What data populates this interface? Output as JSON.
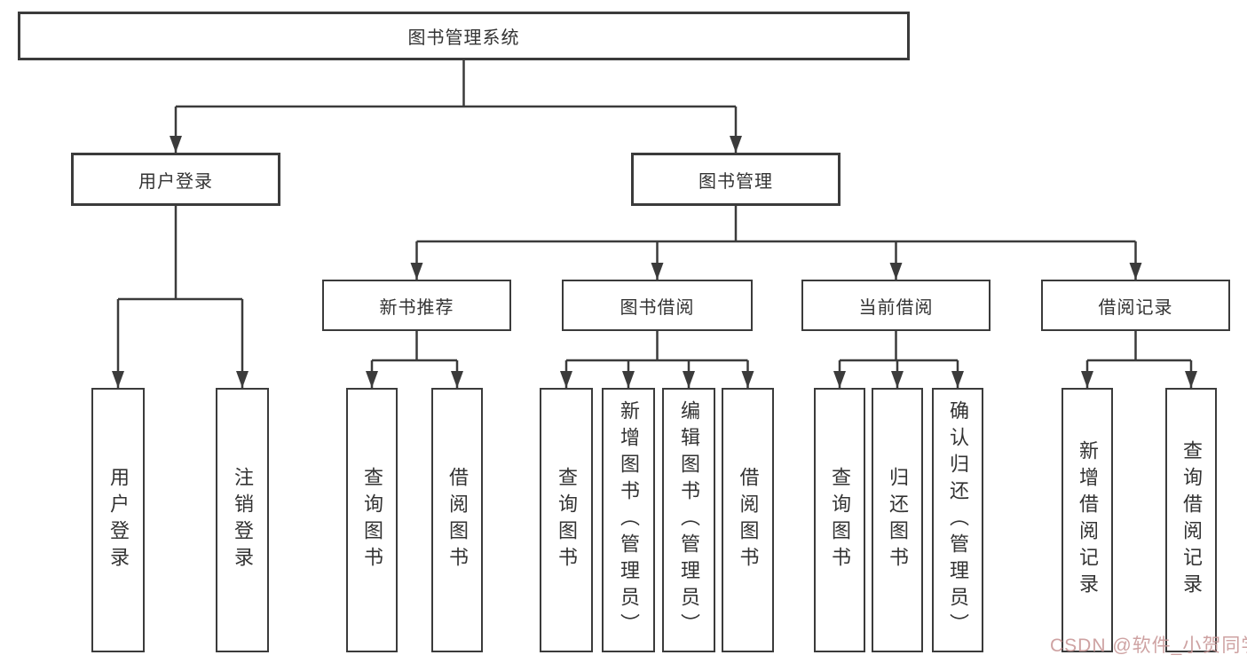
{
  "root": {
    "label": "图书管理系统"
  },
  "level2": [
    {
      "label": "用户登录"
    },
    {
      "label": "图书管理"
    }
  ],
  "level3": [
    {
      "label": "新书推荐"
    },
    {
      "label": "图书借阅"
    },
    {
      "label": "当前借阅"
    },
    {
      "label": "借阅记录"
    }
  ],
  "leaves": [
    {
      "label": "用户登录"
    },
    {
      "label": "注销登录"
    },
    {
      "label": "查询图书"
    },
    {
      "label": "借阅图书"
    },
    {
      "label": "查询图书"
    },
    {
      "label": "新增图书（管理员）"
    },
    {
      "label": "编辑图书（管理员）"
    },
    {
      "label": "借阅图书"
    },
    {
      "label": "查询图书"
    },
    {
      "label": "归还图书"
    },
    {
      "label": "确认归还（管理员）"
    },
    {
      "label": "新增借阅记录"
    },
    {
      "label": "查询借阅记录"
    }
  ],
  "watermark": {
    "text": "CSDN @软件_小贺同学"
  },
  "colors": {
    "line": "#3b3b3b",
    "border": "#3b3b3b",
    "text": "#333333",
    "watermark": "#c99898",
    "background": "#ffffff"
  }
}
